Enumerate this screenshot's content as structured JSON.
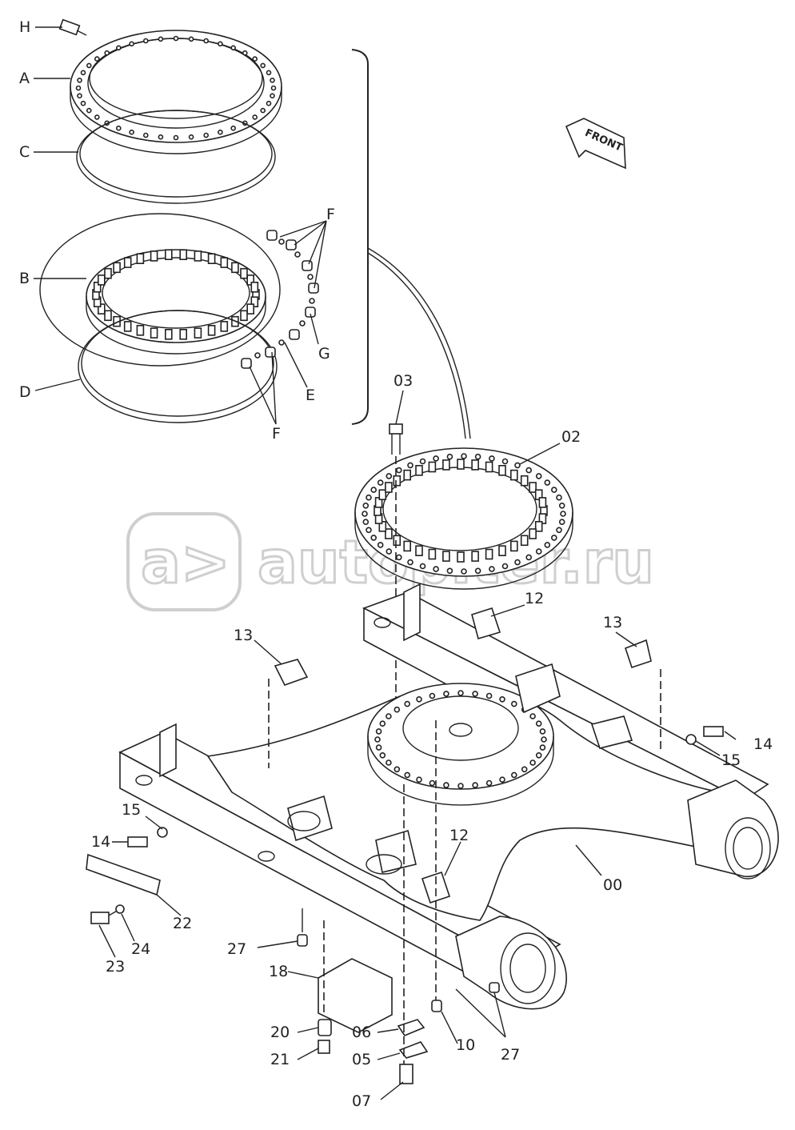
{
  "watermark": {
    "text": "autopiter.ru",
    "logo_glyph": "a>"
  },
  "labels": {
    "H": "H",
    "A": "A",
    "C": "C",
    "B": "B",
    "D": "D",
    "F_top": "F",
    "F_bottom": "F",
    "G": "G",
    "E": "E",
    "p03": "03",
    "p02": "02",
    "p12_top": "12",
    "p12_bottom": "12",
    "p13_left": "13",
    "p13_right": "13",
    "p14_left": "14",
    "p14_right": "14",
    "p15_left": "15",
    "p15_right": "15",
    "p00": "00",
    "p22": "22",
    "p23": "23",
    "p24": "24",
    "p27_left": "27",
    "p27_right": "27",
    "p18": "18",
    "p20": "20",
    "p21": "21",
    "p06": "06",
    "p05": "05",
    "p07": "07",
    "p10": "10"
  },
  "front_arrow": {
    "text": "FRONT"
  }
}
